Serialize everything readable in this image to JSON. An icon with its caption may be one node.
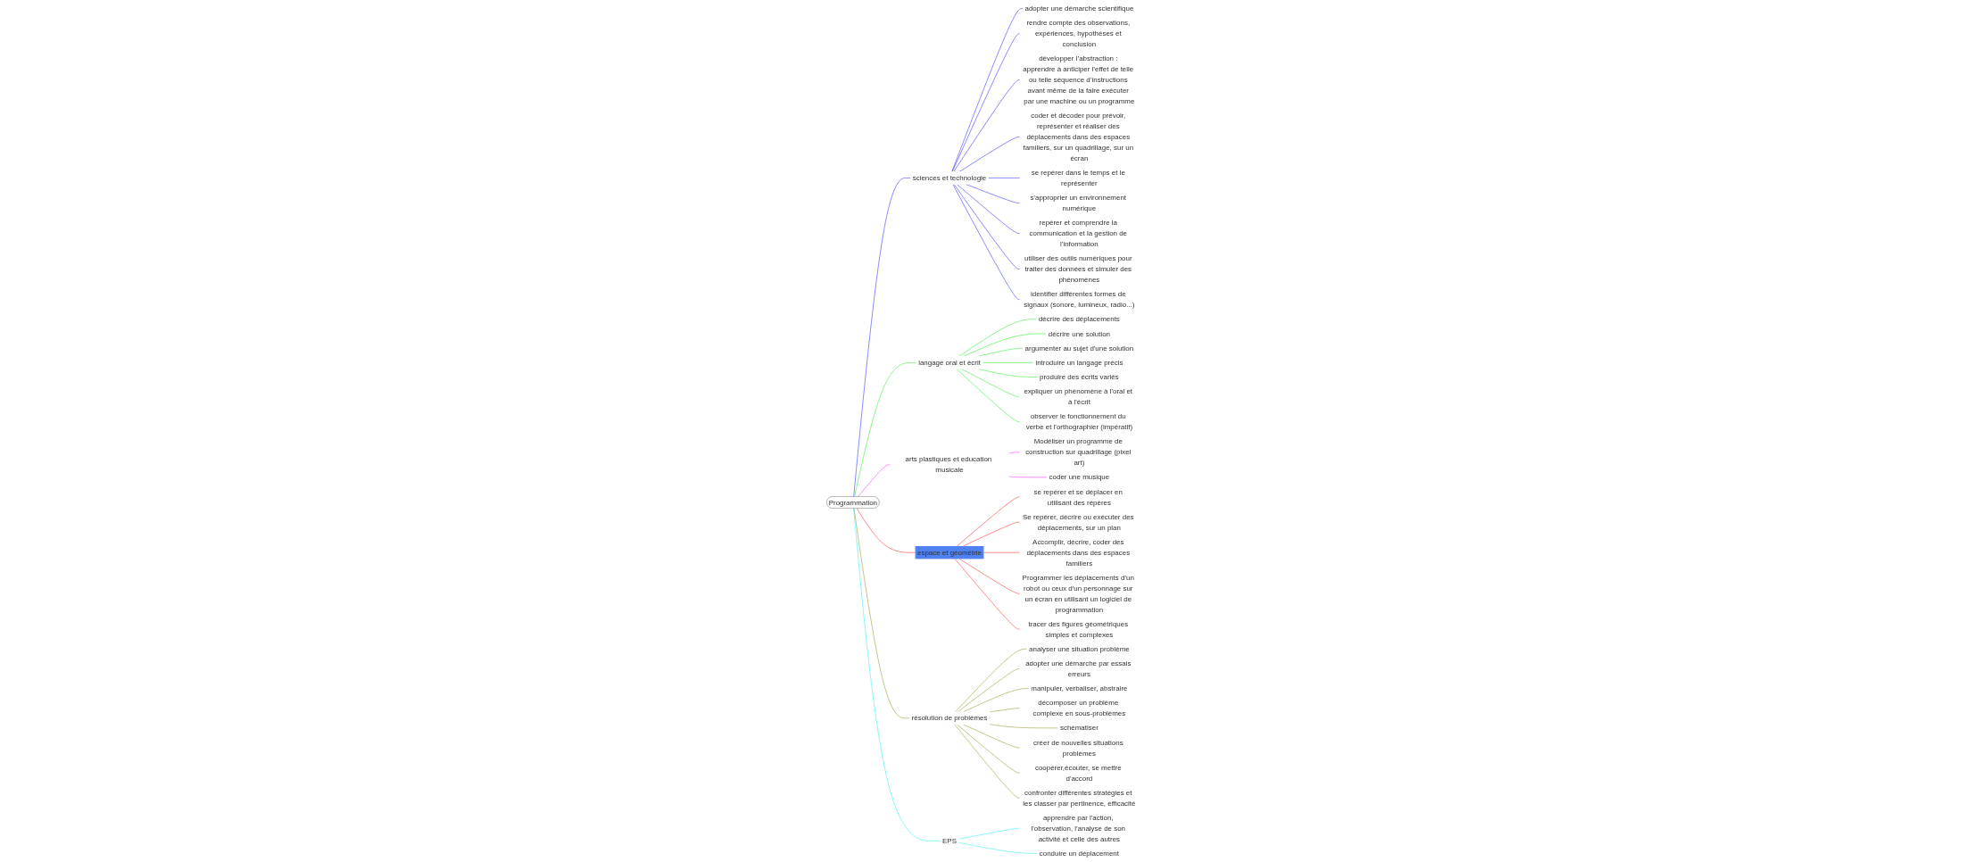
{
  "diagram": {
    "nodes": [
      {
        "text": [
          "Programmation"
        ]
      },
      {
        "text": [
          "sciences et technologie"
        ]
      },
      {
        "text": [
          "adopter une démarche scientifique"
        ]
      },
      {
        "text": [
          "rendre compte des observations, expériences, hypothèses et conclusion"
        ]
      },
      {
        "text": [
          "développer l’abstraction : apprendre à anticiper l’effet de telle ou telle séquence d’instructions avant même de la faire exécuter par une machine ou un programme"
        ]
      },
      {
        "text": [
          "coder et décoder pour prévoir, représenter et réaliser des déplacements dans des espaces familiers, sur un quadrillage, sur un écran"
        ]
      },
      {
        "text": [
          "se repérer dans le temps et le représenter"
        ]
      },
      {
        "text": [
          "s'approprier un environnement numérique"
        ]
      },
      {
        "text": [
          "repérer et comprendre la communication et la gestion de l'information"
        ]
      },
      {
        "text": [
          "utiliser des outils numériques pour traiter des données et simuler des phénomènes"
        ]
      },
      {
        "text": [
          "identifier différentes formes de signaux (sonore, lumineux, radio...)"
        ]
      },
      {
        "text": [
          "langage oral et écrit"
        ]
      },
      {
        "text": [
          "décrire des déplacements"
        ]
      },
      {
        "text": [
          "décrire une solution"
        ]
      },
      {
        "text": [
          "argumenter au sujet d'une solution"
        ]
      },
      {
        "text": [
          "introduire un langage précis"
        ]
      },
      {
        "text": [
          "produire des écrits variés"
        ]
      },
      {
        "text": [
          "expliquer un phénomène à l'oral et à l'écrit"
        ]
      },
      {
        "text": [
          "observer le fonctionnement du verbe et l'orthographier (impératif)"
        ]
      },
      {
        "text": [
          "arts plastiques et education musicale"
        ]
      },
      {
        "text": [
          "Modéliser un programme de construction sur quadrillage (pixel art)"
        ]
      },
      {
        "text": [
          "coder une musique"
        ]
      },
      {
        "text": [
          "espace et géométrie"
        ]
      },
      {
        "text": [
          "se repérer et se déplacer en utilisant des répères"
        ]
      },
      {
        "text": [
          "Se repérer, décrire ou exécuter des déplacements, sur un plan"
        ]
      },
      {
        "text": [
          "Accomplir, décrire, coder des déplacements dans des espaces familiers"
        ]
      },
      {
        "text": [
          "Programmer les déplacements d’un robot ou ceux d'un personnage sur un écran en utilisant un logiciel de programmation"
        ]
      },
      {
        "text": [
          "tracer des figures géométriques simples et complexes"
        ]
      },
      {
        "text": [
          "résolution de problèmes"
        ]
      },
      {
        "text": [
          "analyser une situation problème"
        ]
      },
      {
        "text": [
          "adopter une démarche par essais erreurs"
        ]
      },
      {
        "text": [
          "manipuler, verbaliser, abstraire"
        ]
      },
      {
        "text": [
          "décomposer un problème complexe en sous-problèmes"
        ]
      },
      {
        "text": [
          "schématiser"
        ]
      },
      {
        "text": [
          "créer de nouvelles situations problèmes"
        ]
      },
      {
        "text": [
          "coopérer,écouter, se mettre d'accord"
        ]
      },
      {
        "text": [
          "confronter différentes stratégies et les classer par pertinence, efficacité"
        ]
      },
      {
        "text": [
          "EPS"
        ]
      },
      {
        "text": [
          "apprendre par l'action, l'observation, l'analyse de son activité et celle des autres"
        ]
      },
      {
        "text": [
          "conduire un déplacement"
        ]
      }
    ],
    "edges": [
      {
        "from": 0,
        "to": 1,
        "arrow": "none",
        "color": "#0000ff"
      },
      {
        "from": 1,
        "to": 2,
        "arrow": "none",
        "color": "#0000ff"
      },
      {
        "from": 1,
        "to": 3,
        "arrow": "none",
        "color": "#0000ff"
      },
      {
        "from": 1,
        "to": 4,
        "arrow": "none",
        "color": "#0000ff"
      },
      {
        "from": 1,
        "to": 5,
        "arrow": "none",
        "color": "#0000ff"
      },
      {
        "from": 1,
        "to": 6,
        "arrow": "none",
        "color": "#0000ff"
      },
      {
        "from": 1,
        "to": 7,
        "arrow": "none",
        "color": "#0000ff"
      },
      {
        "from": 1,
        "to": 8,
        "arrow": "none",
        "color": "#0000ff"
      },
      {
        "from": 1,
        "to": 9,
        "arrow": "none",
        "color": "#0000ff"
      },
      {
        "from": 1,
        "to": 10,
        "arrow": "none",
        "color": "#0000ff"
      },
      {
        "from": 0,
        "to": 11,
        "arrow": "none",
        "color": "#00ee00"
      },
      {
        "from": 11,
        "to": 12,
        "arrow": "none",
        "color": "#00ee00"
      },
      {
        "from": 11,
        "to": 13,
        "arrow": "none",
        "color": "#00ee00"
      },
      {
        "from": 11,
        "to": 14,
        "arrow": "none",
        "color": "#00ee00"
      },
      {
        "from": 11,
        "to": 15,
        "arrow": "none",
        "color": "#00ee00"
      },
      {
        "from": 11,
        "to": 16,
        "arrow": "none",
        "color": "#00ee00"
      },
      {
        "from": 11,
        "to": 17,
        "arrow": "none",
        "color": "#00ee00"
      },
      {
        "from": 11,
        "to": 18,
        "arrow": "none",
        "color": "#00ee00"
      },
      {
        "from": 0,
        "to": 19,
        "arrow": "none",
        "color": "#ff00ff"
      },
      {
        "from": 19,
        "to": 20,
        "arrow": "none",
        "color": "#ff00ff"
      },
      {
        "from": 19,
        "to": 21,
        "arrow": "none",
        "color": "#ff00ff"
      },
      {
        "from": 0,
        "to": 22,
        "arrow": "none",
        "color": "#ff0000"
      },
      {
        "from": 22,
        "to": 23,
        "arrow": "none",
        "color": "#ff0000"
      },
      {
        "from": 22,
        "to": 24,
        "arrow": "none",
        "color": "#ff0000"
      },
      {
        "from": 22,
        "to": 25,
        "arrow": "none",
        "color": "#ff0000"
      },
      {
        "from": 22,
        "to": 26,
        "arrow": "none",
        "color": "#ff0000"
      },
      {
        "from": 22,
        "to": 27,
        "arrow": "none",
        "color": "#ff0000"
      },
      {
        "from": 0,
        "to": 28,
        "arrow": "none",
        "color": "#808000"
      },
      {
        "from": 28,
        "to": 29,
        "arrow": "none",
        "color": "#808000"
      },
      {
        "from": 28,
        "to": 30,
        "arrow": "none",
        "color": "#808000"
      },
      {
        "from": 28,
        "to": 31,
        "arrow": "none",
        "color": "#808000"
      },
      {
        "from": 28,
        "to": 32,
        "arrow": "none",
        "color": "#808000"
      },
      {
        "from": 28,
        "to": 33,
        "arrow": "none",
        "color": "#808000"
      },
      {
        "from": 28,
        "to": 34,
        "arrow": "none",
        "color": "#808000"
      },
      {
        "from": 28,
        "to": 35,
        "arrow": "none",
        "color": "#808000"
      },
      {
        "from": 28,
        "to": 36,
        "arrow": "none",
        "color": "#808000"
      },
      {
        "from": 0,
        "to": 37,
        "arrow": "none",
        "color": "#00eeee"
      },
      {
        "from": 37,
        "to": 38,
        "arrow": "none",
        "color": "#00eeee"
      },
      {
        "from": 37,
        "to": 39,
        "arrow": "none",
        "color": "#00eeee"
      }
    ]
  }
}
